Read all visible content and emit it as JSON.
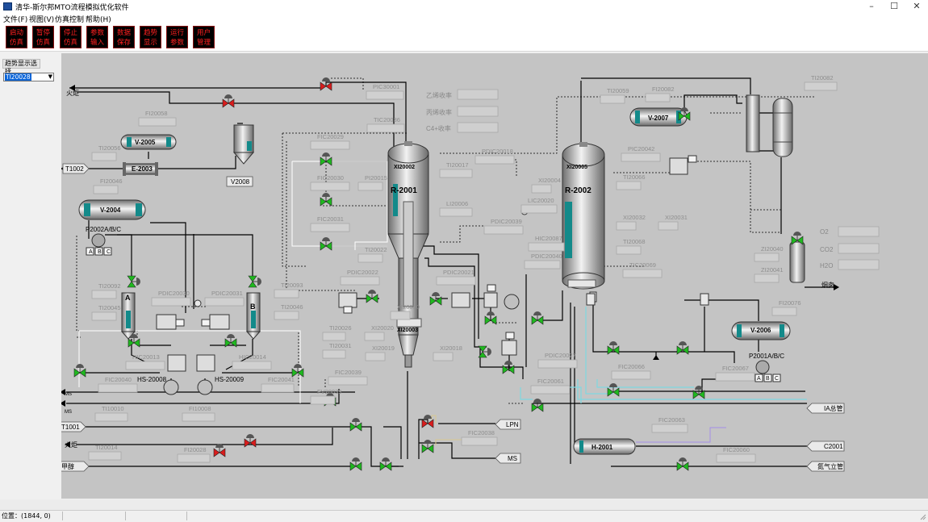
{
  "window": {
    "title": "清华-斯尔邦MTO流程模拟优化软件",
    "buttons": [
      "–",
      "☐",
      "✕"
    ]
  },
  "menu": [
    "文件(F)",
    "视图(V)",
    "仿真控制",
    "帮助(H)"
  ],
  "toolbar": [
    {
      "line1": "启动",
      "line2": "仿真"
    },
    {
      "line1": "暂停",
      "line2": "仿真"
    },
    {
      "line1": "停止",
      "line2": "仿真"
    },
    {
      "line1": "参数",
      "line2": "输入"
    },
    {
      "line1": "数据",
      "line2": "保存"
    },
    {
      "line1": "趋势",
      "line2": "显示"
    },
    {
      "line1": "运行",
      "line2": "参数"
    },
    {
      "line1": "用户",
      "line2": "管理"
    }
  ],
  "trend": {
    "label": "趋势显示选择",
    "selected": "TI20028"
  },
  "status": {
    "position": "位置：(1844,    0)"
  },
  "colors": {
    "canvas": "#c4c4c4",
    "valve_green": "#1fb81f",
    "valve_red": "#d91c1c",
    "vessel_teal": "#138a8a",
    "toolbar_text": "#ff2020"
  },
  "flowsheet": {
    "equipment": {
      "v2005": "V-2005",
      "e2003": "E-2003",
      "v2008": "V2008",
      "v2004": "V-2004",
      "p2002": "P2002A/B/C",
      "r2001": "R-2001",
      "r2002": "R-2002",
      "v2007": "V-2007",
      "v2006": "V-2006",
      "p2001": "P2001A/B/C",
      "h2001": "H-2001",
      "hs20008": "HS-20008",
      "hs20009": "HS-20009",
      "a": "A",
      "b": "B",
      "xi20002": "XI20002",
      "xi20003": "XI20003",
      "xi20005": "XI20005",
      "pump_a": "A",
      "pump_b": "B",
      "pump_c": "C"
    },
    "streams": {
      "flare1": "火炬",
      "t1002": "T1002",
      "ms1": "MS",
      "ms2": "MS",
      "t1001": "T1001",
      "flare2": "火炬",
      "methanol": "甲醇",
      "lpn": "LPN",
      "ms3": "MS",
      "ia": "IA总管",
      "c2001": "C2001",
      "n2": "氮气立管",
      "flue": "烟囱"
    },
    "readouts": {
      "ethylene": "乙烯收率",
      "propylene": "丙烯收率",
      "c4": "C4+收率",
      "o2": "O2",
      "co2": "CO2",
      "h2o": "H2O"
    },
    "tags": {
      "pic30001": "PIC30001",
      "fi20058": "FI20058",
      "ti20056": "TI20056",
      "tic20036": "TIC20036",
      "fic20029": "FIC20029",
      "fi20046": "FI20046",
      "fic20030": "FIC20030",
      "pi20015": "PI20015",
      "fic20031": "FIC20031",
      "ti20017": "TI20017",
      "pdic20018": "PDIC20018",
      "xi20004": "XI20004",
      "lic20020": "LIC20020",
      "li20006": "LI20006",
      "pdic20039": "PDIC20039",
      "ti20022": "TI20022",
      "hic20087": "HIC20087",
      "pdic20040": "PDIC20040",
      "pdic20022": "PDIC20022",
      "pdic20021": "PDIC20021",
      "ti20092": "TI20092",
      "pdic20030": "PDIC20030",
      "pdic20031": "PDIC20031",
      "ti20093": "TI20093",
      "ti20045": "TI20045",
      "ti20046": "TI20046",
      "xi20020": "XI20020",
      "ti20026": "TI20026",
      "xi20019": "XI20019",
      "ti20031": "TI20031",
      "xi20018": "XI20018",
      "hic20013": "HIC20013",
      "hic20014": "HIC20014",
      "fic20040": "FIC20040",
      "fic20041": "FIC20041",
      "fic20039": "FIC20039",
      "fv20039": "FV20039",
      "ti10010": "TI10010",
      "fi10008": "FI10008",
      "ti20014": "TI20014",
      "fi20028": "FI20028",
      "fic20038": "FIC20038",
      "ti20059": "TI20059",
      "fi20082": "FI20082",
      "ti20082": "TI20082",
      "pic20042": "PIC20042",
      "ti20066": "TI20066",
      "xi20032": "XI20032",
      "xi20031": "XI20031",
      "ti20068": "TI20068",
      "tic20069": "TIC20069",
      "zi20040": "ZI20040",
      "zi20041": "ZI20041",
      "fi20076": "FI20076",
      "pdic20027": "PDIC20027",
      "fic20061": "FIC20061",
      "fic20066": "FIC20066",
      "fic20067": "FIC20067",
      "fic20063": "FIC20063",
      "fic20060": "FIC20060",
      "xi20030": "XI20030"
    }
  }
}
